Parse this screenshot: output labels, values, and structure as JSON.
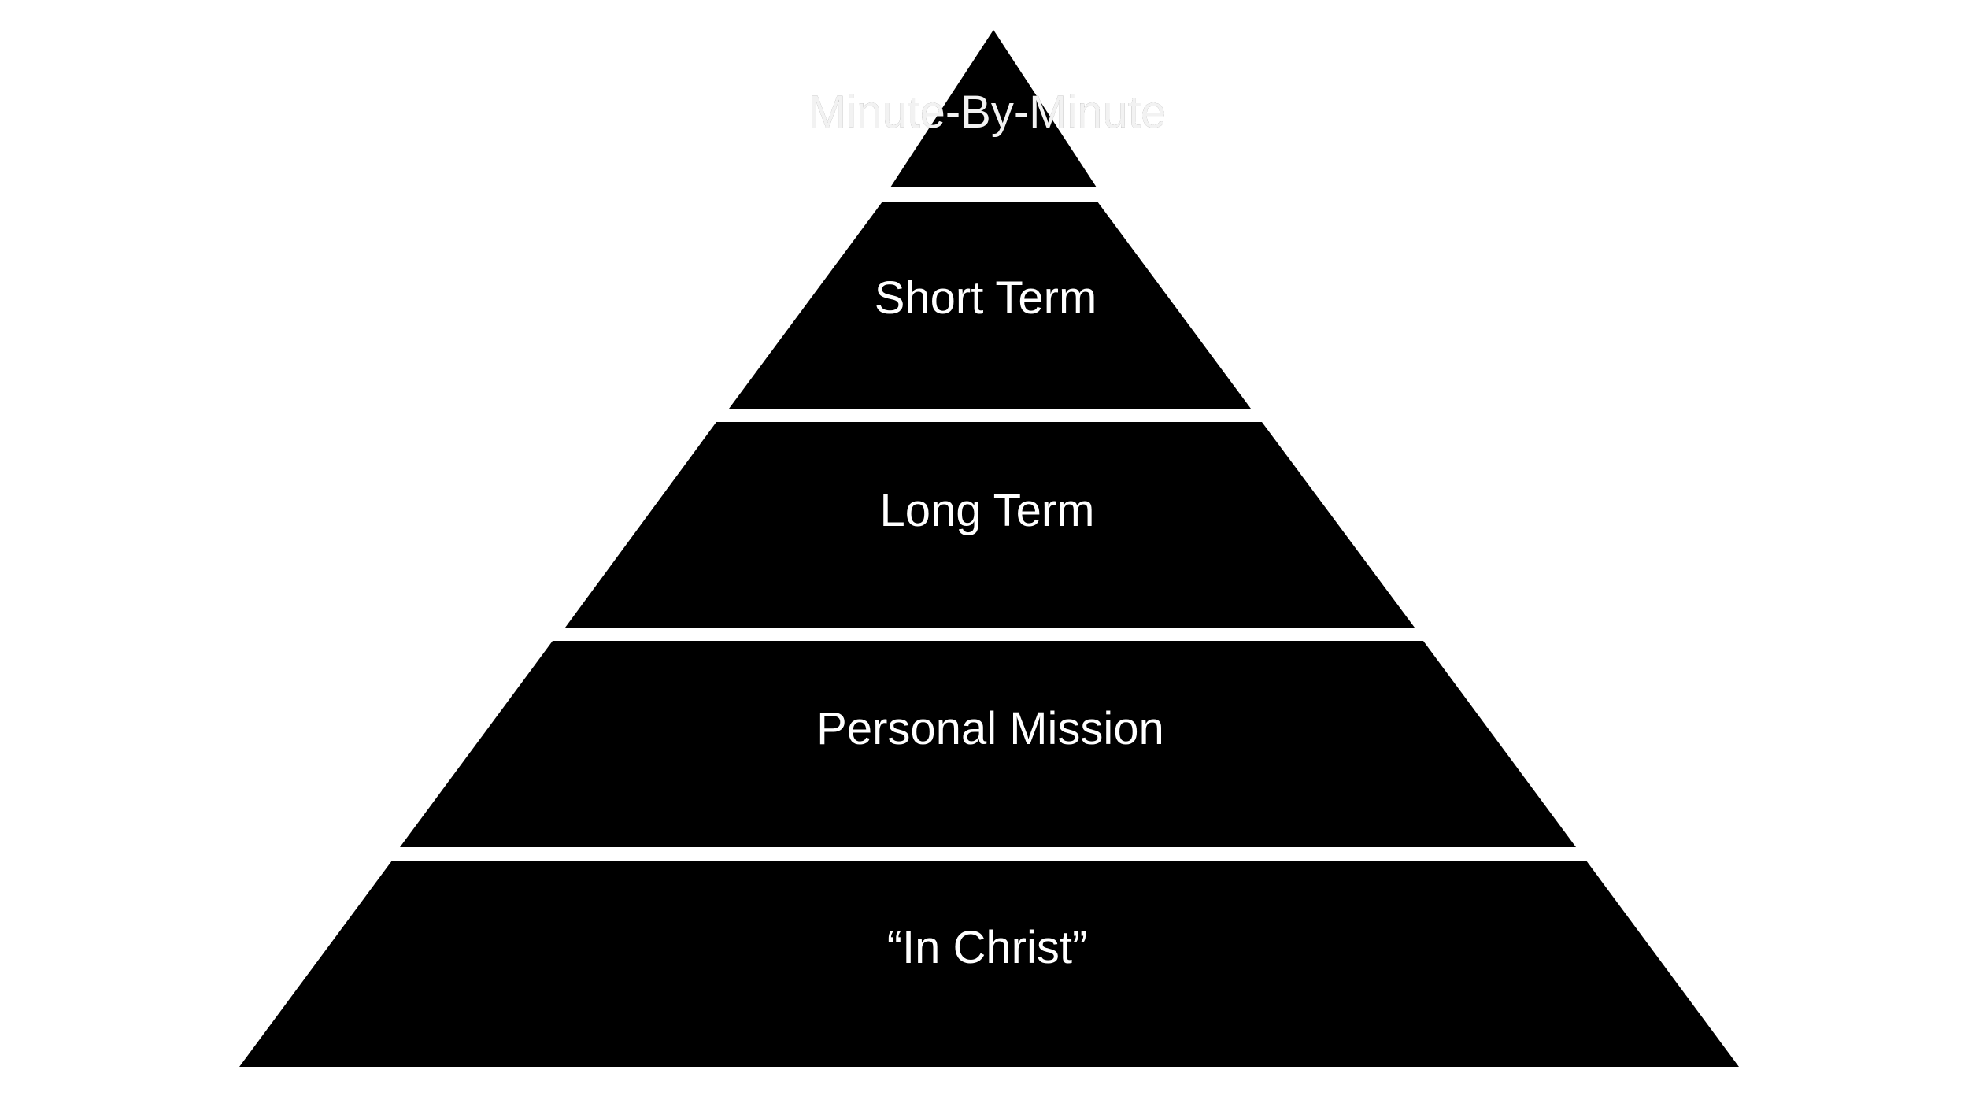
{
  "diagram": {
    "type": "pyramid",
    "background_color": "#ffffff",
    "tier_fill_color": "#000000",
    "label_color": "#ffffff",
    "tiers": [
      {
        "label": "Minute-By-Minute"
      },
      {
        "label": "Short Term"
      },
      {
        "label": "Long Term"
      },
      {
        "label": "Personal Mission"
      },
      {
        "label": "“In Christ”"
      }
    ]
  }
}
